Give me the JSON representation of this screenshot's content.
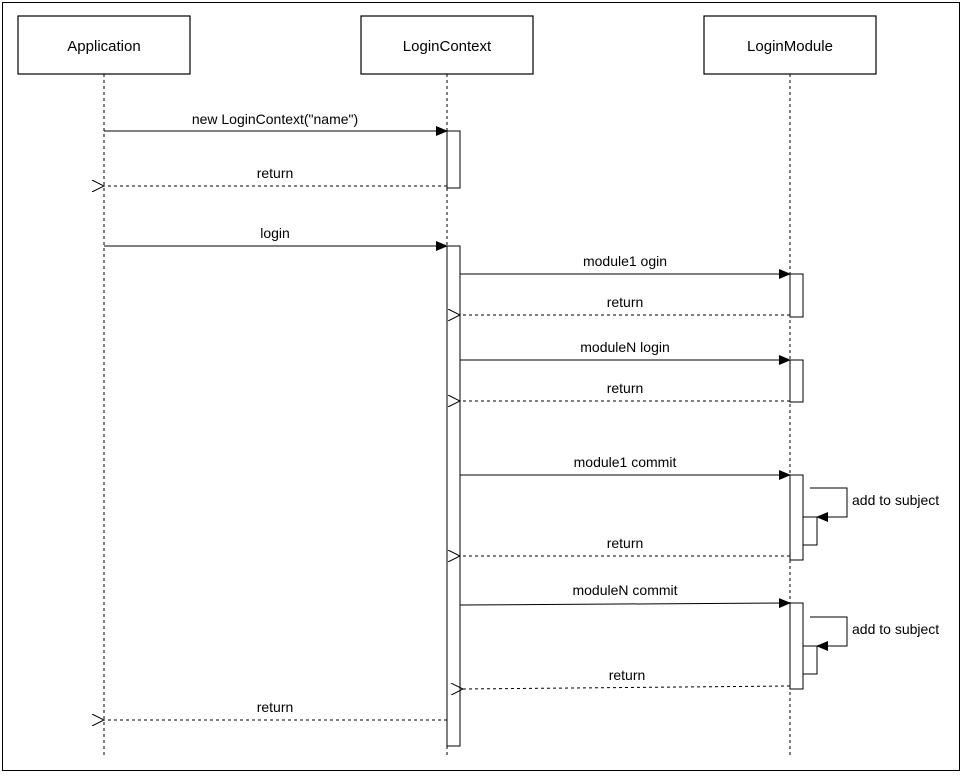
{
  "participants": [
    {
      "id": "app",
      "label": "Application"
    },
    {
      "id": "ctx",
      "label": "LoginContext"
    },
    {
      "id": "mod",
      "label": "LoginModule"
    }
  ],
  "messages": [
    {
      "label": "new LoginContext(\"name\")",
      "from": "app",
      "to": "ctx",
      "kind": "sync"
    },
    {
      "label": "return",
      "from": "ctx",
      "to": "app",
      "kind": "return"
    },
    {
      "label": "login",
      "from": "app",
      "to": "ctx",
      "kind": "sync"
    },
    {
      "label": "module1 ogin",
      "from": "ctx",
      "to": "mod",
      "kind": "sync"
    },
    {
      "label": "return",
      "from": "mod",
      "to": "ctx",
      "kind": "return"
    },
    {
      "label": "moduleN login",
      "from": "ctx",
      "to": "mod",
      "kind": "sync"
    },
    {
      "label": "return",
      "from": "mod",
      "to": "ctx",
      "kind": "return"
    },
    {
      "label": "module1 commit",
      "from": "ctx",
      "to": "mod",
      "kind": "sync"
    },
    {
      "label": "add to subject",
      "from": "mod",
      "to": "mod",
      "kind": "self"
    },
    {
      "label": "return",
      "from": "mod",
      "to": "ctx",
      "kind": "return"
    },
    {
      "label": "moduleN commit",
      "from": "ctx",
      "to": "mod",
      "kind": "sync"
    },
    {
      "label": "add to subject",
      "from": "mod",
      "to": "mod",
      "kind": "self"
    },
    {
      "label": "return",
      "from": "mod",
      "to": "ctx",
      "kind": "return"
    },
    {
      "label": "return",
      "from": "ctx",
      "to": "app",
      "kind": "return"
    }
  ]
}
